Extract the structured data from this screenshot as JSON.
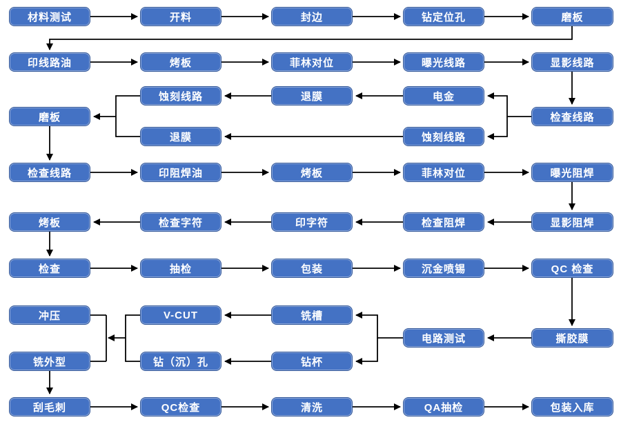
{
  "diagram": {
    "type": "flowchart",
    "colors": {
      "background": "#FFFFFF",
      "node_fill": "#4472C4",
      "node_border_light": "#8EA9DB",
      "node_border_dark": "#2F5597",
      "node_text": "#FFFFFF",
      "arrow": "#000000"
    }
  },
  "nodes": {
    "material_test": "材料测试",
    "cutting": "开料",
    "edge_sealing": "封边",
    "drill_locating_holes": "钻定位孔",
    "grind_board_1": "磨板",
    "print_circuit_oil": "印线路油",
    "bake_board_1": "烤板",
    "film_alignment_1": "菲林对位",
    "expose_circuit": "曝光线路",
    "develop_circuit": "显影线路",
    "etch_circuit_a": "蚀刻线路",
    "strip_film_a": "退膜",
    "gold_plating": "电金",
    "grind_board_2": "磨板",
    "inspect_circuit_1": "检查线路",
    "strip_film_b": "退膜",
    "etch_circuit_b": "蚀刻线路",
    "inspect_circuit_2": "检查线路",
    "print_solder_mask_oil": "印阻焊油",
    "bake_board_2": "烤板",
    "film_alignment_2": "菲林对位",
    "expose_solder_mask": "曝光阻焊",
    "bake_board_3": "烤板",
    "inspect_legend": "检查字符",
    "print_legend": "印字符",
    "inspect_solder_mask": "检查阻焊",
    "develop_solder_mask": "显影阻焊",
    "inspection": "检查",
    "sampling_inspection": "抽检",
    "packaging": "包装",
    "enig_hasl": "沉金喷锡",
    "qc_inspection_1": "QC 检查",
    "punching": "冲压",
    "v_cut": "V-CUT",
    "mill_slot": "铣槽",
    "circuit_test": "电路测试",
    "peel_film": "撕胶膜",
    "mill_outline": "铣外型",
    "drill_countersink_hole": "钻（沉）孔",
    "drill_cup": "钻杯",
    "deburring": "刮毛刺",
    "qc_inspection_2": "QC检查",
    "cleaning": "清洗",
    "qa_sampling": "QA抽检",
    "packing_warehouse": "包装入库"
  },
  "edges": [
    "material_test>cutting",
    "cutting>edge_sealing",
    "edge_sealing>drill_locating_holes",
    "drill_locating_holes>grind_board_1",
    "grind_board_1>print_circuit_oil",
    "print_circuit_oil>bake_board_1",
    "bake_board_1>film_alignment_1",
    "film_alignment_1>expose_circuit",
    "expose_circuit>develop_circuit",
    "develop_circuit>inspect_circuit_1",
    "inspect_circuit_1>gold_plating",
    "inspect_circuit_1>etch_circuit_b",
    "gold_plating>strip_film_a",
    "strip_film_a>etch_circuit_a",
    "etch_circuit_b>strip_film_b",
    "etch_circuit_a>grind_board_2",
    "strip_film_b>grind_board_2",
    "grind_board_2>inspect_circuit_2",
    "inspect_circuit_2>print_solder_mask_oil",
    "print_solder_mask_oil>bake_board_2",
    "bake_board_2>film_alignment_2",
    "film_alignment_2>expose_solder_mask",
    "expose_solder_mask>develop_solder_mask",
    "develop_solder_mask>inspect_solder_mask",
    "inspect_solder_mask>print_legend",
    "print_legend>inspect_legend",
    "inspect_legend>bake_board_3",
    "bake_board_3>inspection",
    "inspection>sampling_inspection",
    "sampling_inspection>packaging",
    "packaging>enig_hasl",
    "enig_hasl>qc_inspection_1",
    "qc_inspection_1>peel_film",
    "peel_film>circuit_test",
    "circuit_test>mill_slot",
    "circuit_test>drill_cup",
    "mill_slot>v_cut",
    "drill_cup>drill_countersink_hole",
    "v_cut+drill_countersink_hole>punching+mill_outline",
    "mill_outline>deburring",
    "deburring>qc_inspection_2",
    "qc_inspection_2>cleaning",
    "cleaning>qa_sampling",
    "qa_sampling>packing_warehouse"
  ]
}
